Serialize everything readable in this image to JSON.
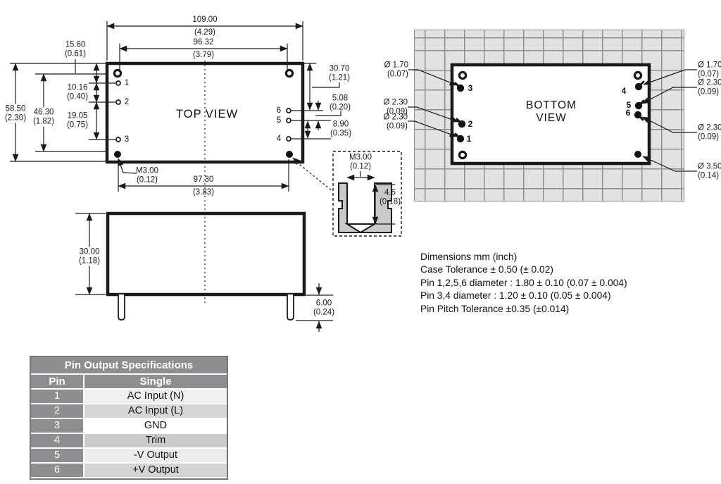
{
  "colors": {
    "line": "#1a1a1a",
    "table_header_bg": "#8e8e90",
    "grid_bg": "#e2e2e2",
    "grid_line": "#8f8f8f"
  },
  "top_view": {
    "title": "TOP VIEW",
    "pins_left": [
      "1",
      "2",
      "3"
    ],
    "pins_right": [
      "6",
      "5",
      "4"
    ],
    "dim_overall_width": {
      "mm": "109.00",
      "in": "(4.29)"
    },
    "dim_hole_span_top": {
      "mm": "96.32",
      "in": "(3.79)"
    },
    "dim_pin1_offset": {
      "mm": "15.60",
      "in": "(0.61)"
    },
    "dim_pin1_pin2": {
      "mm": "10.16",
      "in": "(0.40)"
    },
    "dim_pin2_pin3": {
      "mm": "19.05",
      "in": "(0.75)"
    },
    "dim_hole_span_side": {
      "mm": "46.30",
      "in": "(1.82)"
    },
    "dim_overall_height": {
      "mm": "58.50",
      "in": "(2.30)"
    },
    "dim_pin6_offset": {
      "mm": "30.70",
      "in": "(1.21)"
    },
    "dim_pin6_pin5": {
      "mm": "5.08",
      "in": "(0.20)"
    },
    "dim_pin5_pin4": {
      "mm": "8.90",
      "in": "(0.35)"
    },
    "dim_insert_thread": {
      "mm": "M3.00",
      "in": "(0.12)"
    },
    "dim_insert_span_bottom": {
      "mm": "97.30",
      "in": "(3.83)"
    }
  },
  "side_view": {
    "dim_height": {
      "mm": "30.00",
      "in": "(1.18)"
    },
    "dim_pin_length": {
      "mm": "6.00",
      "in": "(0.24)"
    }
  },
  "detail_view": {
    "dim_thread": {
      "mm": "M3.00",
      "in": "(0.12)"
    },
    "dim_depth": {
      "mm": "4.5",
      "in": "(0.18)"
    }
  },
  "bottom_view": {
    "title": "BOTTOM\nVIEW",
    "pins_left": [
      "3",
      "2",
      "1"
    ],
    "pins_right": [
      "4",
      "5",
      "6"
    ],
    "labels_left": [
      {
        "d": "Ø 1.70",
        "in": "(0.07)"
      },
      {
        "d": "Ø 2.30",
        "in": "(0.09)"
      },
      {
        "d": "Ø 2.30",
        "in": "(0.09)"
      }
    ],
    "labels_right": [
      {
        "d": "Ø 1.70",
        "in": "(0.07)"
      },
      {
        "d": "Ø 2.30",
        "in": "(0.09)"
      },
      {
        "d": "Ø 2.30",
        "in": "(0.09)"
      },
      {
        "d": "Ø 3.50",
        "in": "(0.14)"
      }
    ]
  },
  "notes": {
    "lines": [
      "Dimensions mm (inch)",
      "Case Tolerance ± 0.50 (± 0.02)",
      "Pin 1,2,5,6 diameter : 1.80 ± 0.10 (0.07 ± 0.004)",
      "Pin 3,4 diameter : 1.20 ± 0.10 (0.05 ± 0.004)",
      "Pin Pitch Tolerance ±0.35 (±0.014)"
    ]
  },
  "pin_table": {
    "title": "Pin Output Specifications",
    "col_pin": "Pin",
    "col_single": "Single",
    "rows": [
      {
        "pin": "1",
        "single": "AC Input (N)",
        "bg": "#efefef"
      },
      {
        "pin": "2",
        "single": "AC Input (L)",
        "bg": "#d6d6d6"
      },
      {
        "pin": "3",
        "single": "GND",
        "bg": "#ffffff"
      },
      {
        "pin": "4",
        "single": "Trim",
        "bg": "#cbcbcb"
      },
      {
        "pin": "5",
        "single": "-V Output",
        "bg": "#ececec"
      },
      {
        "pin": "6",
        "single": "+V Output",
        "bg": "#d4d4d4"
      }
    ]
  }
}
